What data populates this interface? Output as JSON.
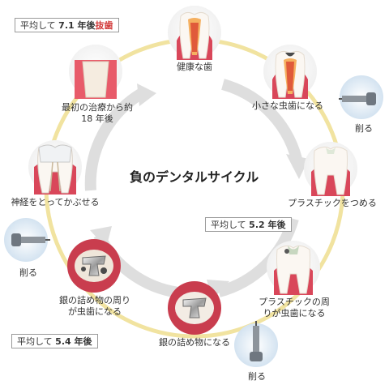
{
  "title": "負のデンタルサイクル",
  "stages": [
    {
      "label": "健康な歯"
    },
    {
      "label": "小さな虫歯になる"
    },
    {
      "label": "プラスチックをつめる"
    },
    {
      "label": "プラスチックの周りが虫歯になる"
    },
    {
      "label": "銀の詰め物になる"
    },
    {
      "label": "銀の詰め物の周りが虫歯になる"
    },
    {
      "label": "神経をとってかぶせる"
    },
    {
      "label": "最初の治療から約 18 年後"
    }
  ],
  "drill_labels": [
    "削る",
    "削る",
    "削る"
  ],
  "callouts": {
    "top": {
      "prefix": "平均して",
      "value": "7.1 年後",
      "highlight": "抜歯"
    },
    "mid": {
      "prefix": "平均して",
      "value": "5.2 年後"
    },
    "bottom": {
      "prefix": "平均して",
      "value": "5.4 年後"
    }
  },
  "colors": {
    "ring": "#f1e3a0",
    "arrow": "#dedede",
    "gum": "#d9475a",
    "tooth": "#fbf7f2",
    "callout_highlight": "#d23b3b",
    "drill_circle": "#dce9f4"
  },
  "icons": {
    "tooth": "tooth-icon",
    "drill": "dental-drill-icon",
    "filling": "silver-filling-icon"
  }
}
